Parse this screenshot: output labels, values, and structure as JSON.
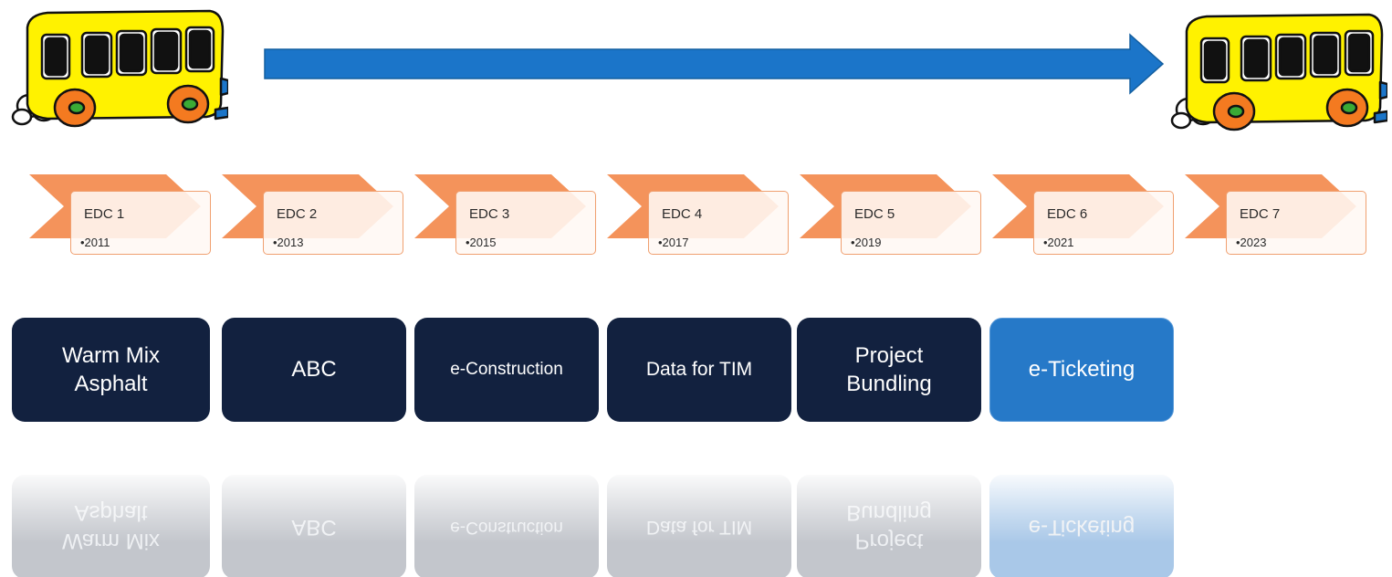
{
  "colors": {
    "arrow": "#1b75c9",
    "chevron": "#f4935b",
    "box_border": "#f0a070",
    "tile": "#12213f",
    "tile_highlight": "#2679c8",
    "bus_body": "#fff200"
  },
  "timeline": [
    {
      "label": "EDC 1",
      "year": "•2011"
    },
    {
      "label": "EDC 2",
      "year": "•2013"
    },
    {
      "label": "EDC 3",
      "year": "•2015"
    },
    {
      "label": "EDC 4",
      "year": "•2017"
    },
    {
      "label": "EDC 5",
      "year": "•2019"
    },
    {
      "label": "EDC 6",
      "year": "•2021"
    },
    {
      "label": "EDC 7",
      "year": "•2023"
    }
  ],
  "initiatives": [
    {
      "label": "Warm Mix\nAsphalt",
      "highlight": false
    },
    {
      "label": "ABC",
      "highlight": false
    },
    {
      "label": "e-Construction",
      "highlight": false
    },
    {
      "label": "Data for TIM",
      "highlight": false
    },
    {
      "label": "Project\nBundling",
      "highlight": false
    },
    {
      "label": "e-Ticketing",
      "highlight": true
    }
  ]
}
